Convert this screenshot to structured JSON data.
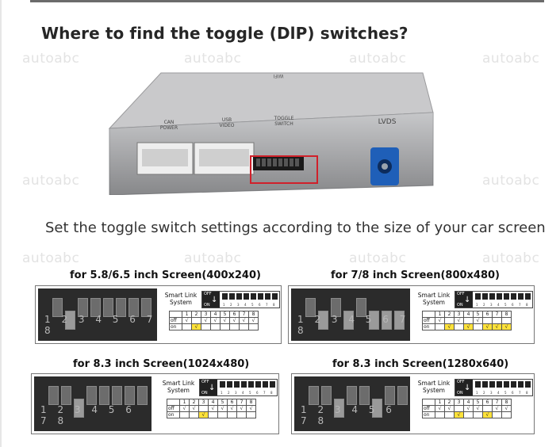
{
  "heading": "Where to find the toggle (DlP) switches?",
  "watermark": "autoabc",
  "device": {
    "labels": {
      "can_power": "CAN\nPOWER",
      "usb_video": "USB\nVIDEO",
      "toggle_switch": "TOGGLE\nSWITCH",
      "lvds": "LVDS",
      "top_mark": "WIFI"
    }
  },
  "subtitle": "Set the toggle switch settings according to the size of your car screen",
  "panels": [
    {
      "title": "for 5.8/6.5 inch Screen(400x240)",
      "on": [
        2
      ]
    },
    {
      "title": "for 7/8 inch Screen(800x480)",
      "on": [
        2,
        4,
        6,
        7,
        8
      ]
    },
    {
      "title": "for 8.3 inch Screen(1024x480)",
      "on": [
        3
      ]
    },
    {
      "title": "for 8.3 inch Screen(1280x640)",
      "on": [
        3,
        6
      ]
    }
  ],
  "chart": {
    "smart_link": "Smart Link\nSystem",
    "off_label": "OFF",
    "on_label": "ON",
    "row_off": "off",
    "row_on": "on",
    "numbers": [
      "1",
      "2",
      "3",
      "4",
      "5",
      "6",
      "7",
      "8"
    ],
    "check": "√",
    "photo_numbers": "1 2 3 4 5 6 7 8"
  },
  "colors": {
    "highlight": "#d0202a",
    "on_cell": "#ffe23a",
    "lvds_connector": "#1f5fb8"
  }
}
